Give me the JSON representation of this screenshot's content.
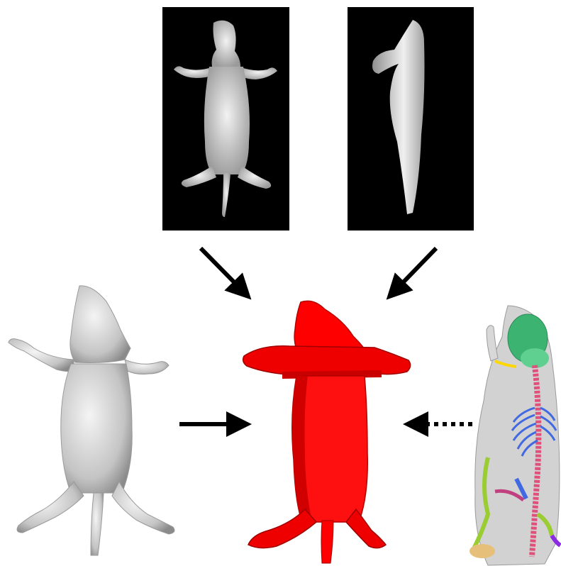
{
  "figure": {
    "panels": [
      {
        "id": "xray-dorsal",
        "kind": "x-ray projection, dorsal view"
      },
      {
        "id": "xray-lateral",
        "kind": "x-ray projection, lateral view"
      },
      {
        "id": "mesh-left",
        "kind": "gray surface mesh of mouse"
      },
      {
        "id": "model-center",
        "kind": "red reconstructed body model"
      },
      {
        "id": "atlas-right",
        "kind": "mouse atlas with skeleton and organs"
      }
    ],
    "arrows": [
      {
        "from": "xray-dorsal",
        "to": "model-center",
        "style": "solid"
      },
      {
        "from": "xray-lateral",
        "to": "model-center",
        "style": "solid"
      },
      {
        "from": "mesh-left",
        "to": "model-center",
        "style": "solid"
      },
      {
        "from": "atlas-right",
        "to": "model-center",
        "style": "dotted"
      }
    ]
  },
  "colors": {
    "xray_bg": "#000000",
    "xray_body": "#d9d9d9",
    "mesh_gray": "#c8c8c8",
    "model_red": "#ff0000",
    "arrow": "#000000",
    "atlas_skin": "#d2d2d2",
    "atlas_skull": "#3cb371",
    "atlas_spine": "#e0507a",
    "atlas_ribs": "#4169e1",
    "atlas_limb": "#9acd32"
  }
}
